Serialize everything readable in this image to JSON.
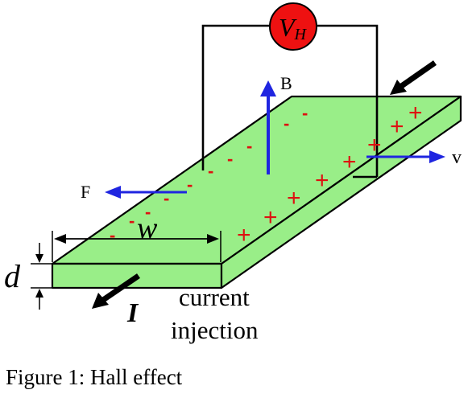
{
  "labels": {
    "voltmeter_main": "V",
    "voltmeter_sub": "H",
    "magnetic_field": "B",
    "force": "F",
    "velocity": "v",
    "width": "w",
    "thickness": "d",
    "current": "I",
    "current_injection_line1": "current",
    "current_injection_line2": "injection"
  },
  "caption": "Figure 1: Hall effect",
  "charges": {
    "negative_symbol": "-",
    "positive_symbol": "+"
  },
  "colors": {
    "slab_fill": "#99ee88",
    "slab_stroke": "#000000",
    "voltmeter_fill": "#ee1111",
    "vector_blue": "#1f25e0",
    "negative_red": "#dd1111",
    "positive_red": "#dd1111"
  }
}
